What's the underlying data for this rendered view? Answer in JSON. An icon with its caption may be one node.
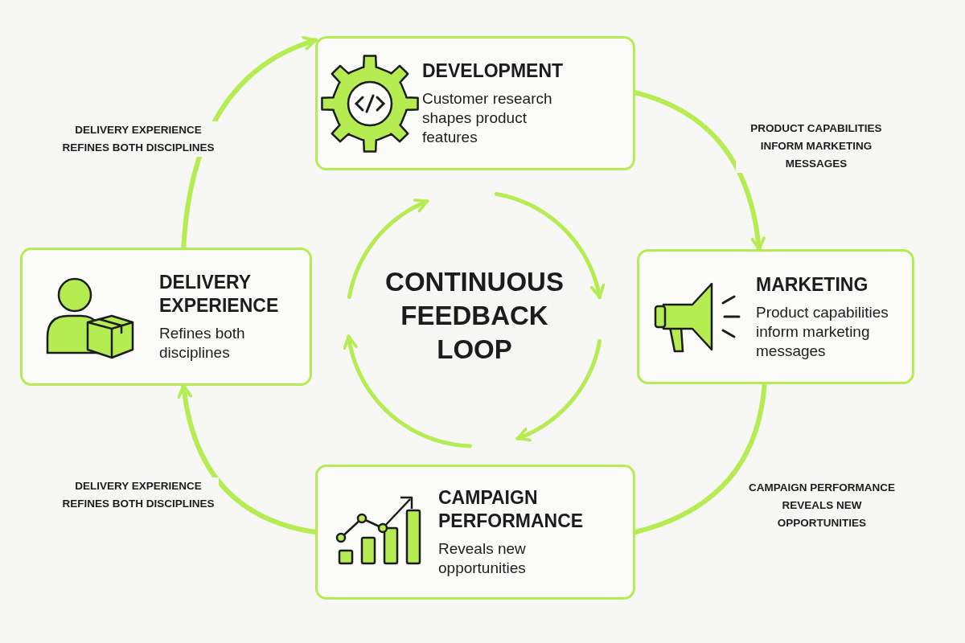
{
  "diagram": {
    "nodes": [
      {
        "text": [
          "DEVELOPMENT",
          "Customer research shapes product features"
        ]
      },
      {
        "text": [
          "MARKETING",
          "Product capabilities inform marketing messages"
        ]
      },
      {
        "text": [
          "CAMPAIGN PERFORMANCE",
          "Reveals new opportunities"
        ]
      },
      {
        "text": [
          "DELIVERY EXPERIENCE",
          "Refines both disciplines"
        ]
      }
    ],
    "edges": [
      {
        "from": 0,
        "to": 1,
        "arrow": "to",
        "label": "PRODUCT CAPABILITIES INFORM MARKETING MESSAGES"
      },
      {
        "from": 1,
        "to": 2,
        "arrow": "none",
        "label": "CAMPAIGN PERFORMANCE REVEALS NEW OPPORTUNITIES"
      },
      {
        "from": 2,
        "to": 3,
        "arrow": "to",
        "label": "DELIVERY EXPERIENCE REFINES BOTH DISCIPLINES"
      },
      {
        "from": 3,
        "to": 0,
        "arrow": "to",
        "label": "DELIVERY EXPERIENCE REFINES BOTH DISCIPLINES"
      }
    ],
    "labels": [
      "CONTINUOUS FEEDBACK LOOP"
    ]
  }
}
